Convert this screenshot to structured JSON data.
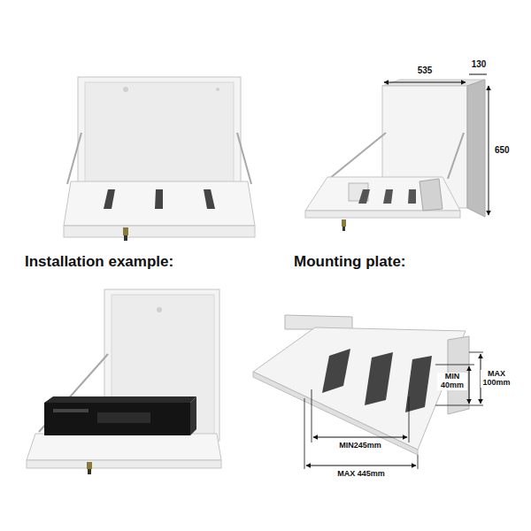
{
  "diagram": {
    "labels": [
      "Installation example:",
      "Mounting plate:",
      "535",
      "130",
      "650",
      "MIN 40mm",
      "MAX 100mm",
      "MIN245mm",
      "MAX 445mm"
    ]
  }
}
